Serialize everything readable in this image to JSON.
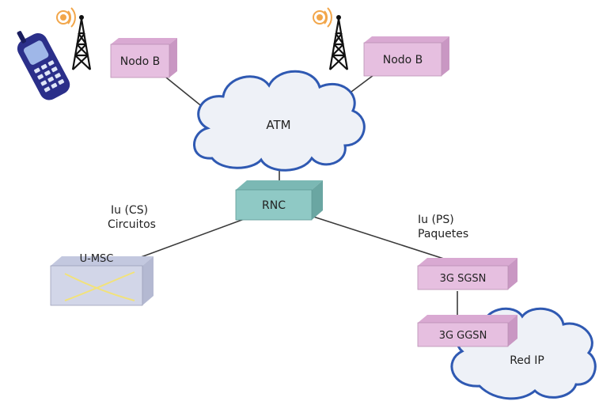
{
  "nodes": {
    "nodo_b_left": "Nodo B",
    "nodo_b_right": "Nodo B",
    "atm": "ATM",
    "rnc": "RNC",
    "u_msc": "U-MSC",
    "sgsn": "3G SGSN",
    "ggsn": "3G GGSN",
    "red_ip": "Red IP"
  },
  "links": {
    "iu_cs_line1": "Iu (CS)",
    "iu_cs_line2": "Circuitos",
    "iu_ps_line1": "Iu (PS)",
    "iu_ps_line2": "Paquetes"
  },
  "colors": {
    "nodo_box": "#e6bfe0",
    "rnc_box": "#8fc9c5",
    "msc_box": "#d2d6e8",
    "cloud_fill": "#eef1f7",
    "cloud_stroke": "#2f59b2",
    "phone": "#2b2f8a",
    "tower": "#111111",
    "signal": "#f2a64a",
    "cross": "#f2e27a"
  }
}
